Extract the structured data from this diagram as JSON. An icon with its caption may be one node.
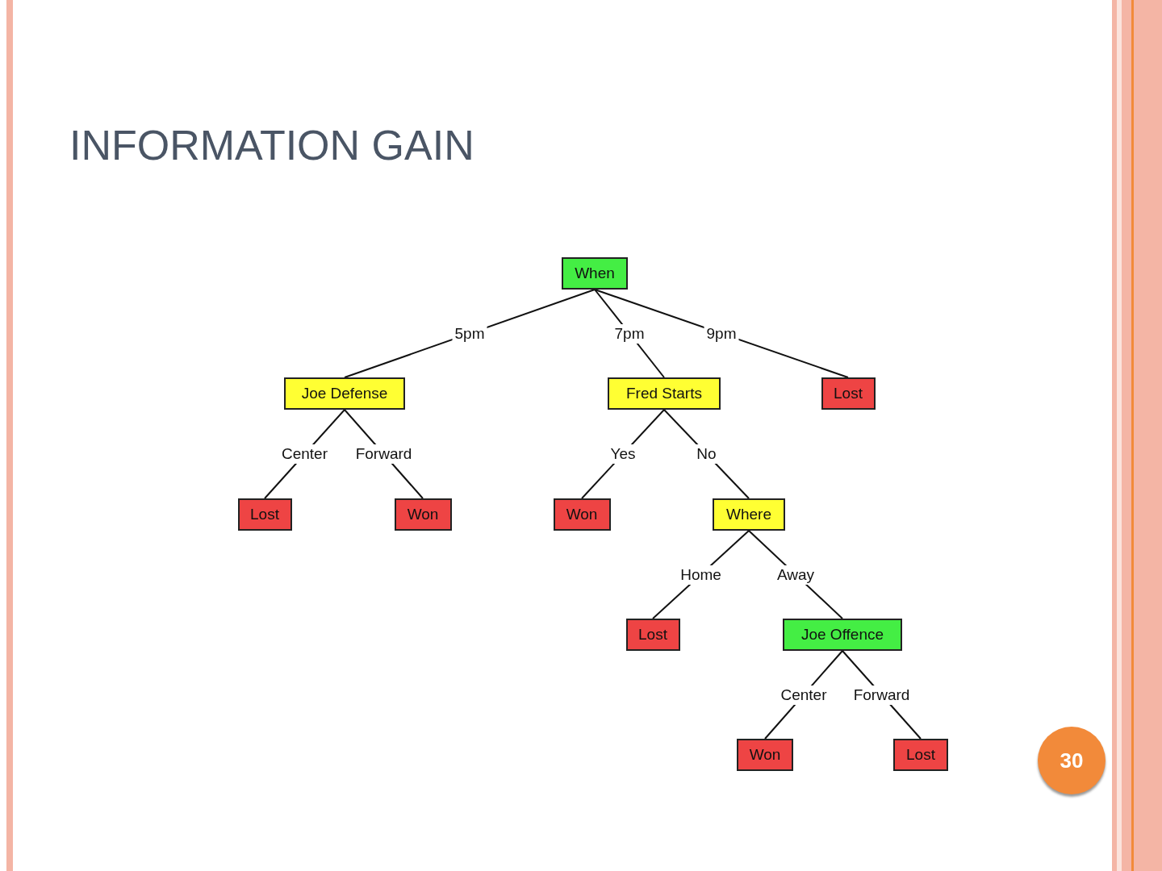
{
  "diagram": {
    "title": "INFORMATION GAIN",
    "nodes": [
      {
        "text": [
          "When"
        ]
      },
      {
        "text": [
          "Joe Defense"
        ]
      },
      {
        "text": [
          "Fred Starts"
        ]
      },
      {
        "text": [
          "Lost"
        ]
      },
      {
        "text": [
          "Lost"
        ]
      },
      {
        "text": [
          "Won"
        ]
      },
      {
        "text": [
          "Won"
        ]
      },
      {
        "text": [
          "Where"
        ]
      },
      {
        "text": [
          "Lost"
        ]
      },
      {
        "text": [
          "Joe Offence"
        ]
      },
      {
        "text": [
          "Won"
        ]
      },
      {
        "text": [
          "Lost"
        ]
      }
    ],
    "edges": [
      {
        "from": 0,
        "to": 1,
        "arrow": "none",
        "label": "5pm"
      },
      {
        "from": 0,
        "to": 2,
        "arrow": "none",
        "label": "7pm"
      },
      {
        "from": 0,
        "to": 3,
        "arrow": "none",
        "label": "9pm"
      },
      {
        "from": 1,
        "to": 4,
        "arrow": "none",
        "label": "Center"
      },
      {
        "from": 1,
        "to": 5,
        "arrow": "none",
        "label": "Forward"
      },
      {
        "from": 2,
        "to": 6,
        "arrow": "none",
        "label": "Yes"
      },
      {
        "from": 2,
        "to": 7,
        "arrow": "none",
        "label": "No"
      },
      {
        "from": 7,
        "to": 8,
        "arrow": "none",
        "label": "Home"
      },
      {
        "from": 7,
        "to": 9,
        "arrow": "none",
        "label": "Away"
      },
      {
        "from": 9,
        "to": 10,
        "arrow": "none",
        "label": "Center"
      },
      {
        "from": 9,
        "to": 11,
        "arrow": "none",
        "label": "Forward"
      }
    ],
    "labels": [
      "30"
    ]
  }
}
